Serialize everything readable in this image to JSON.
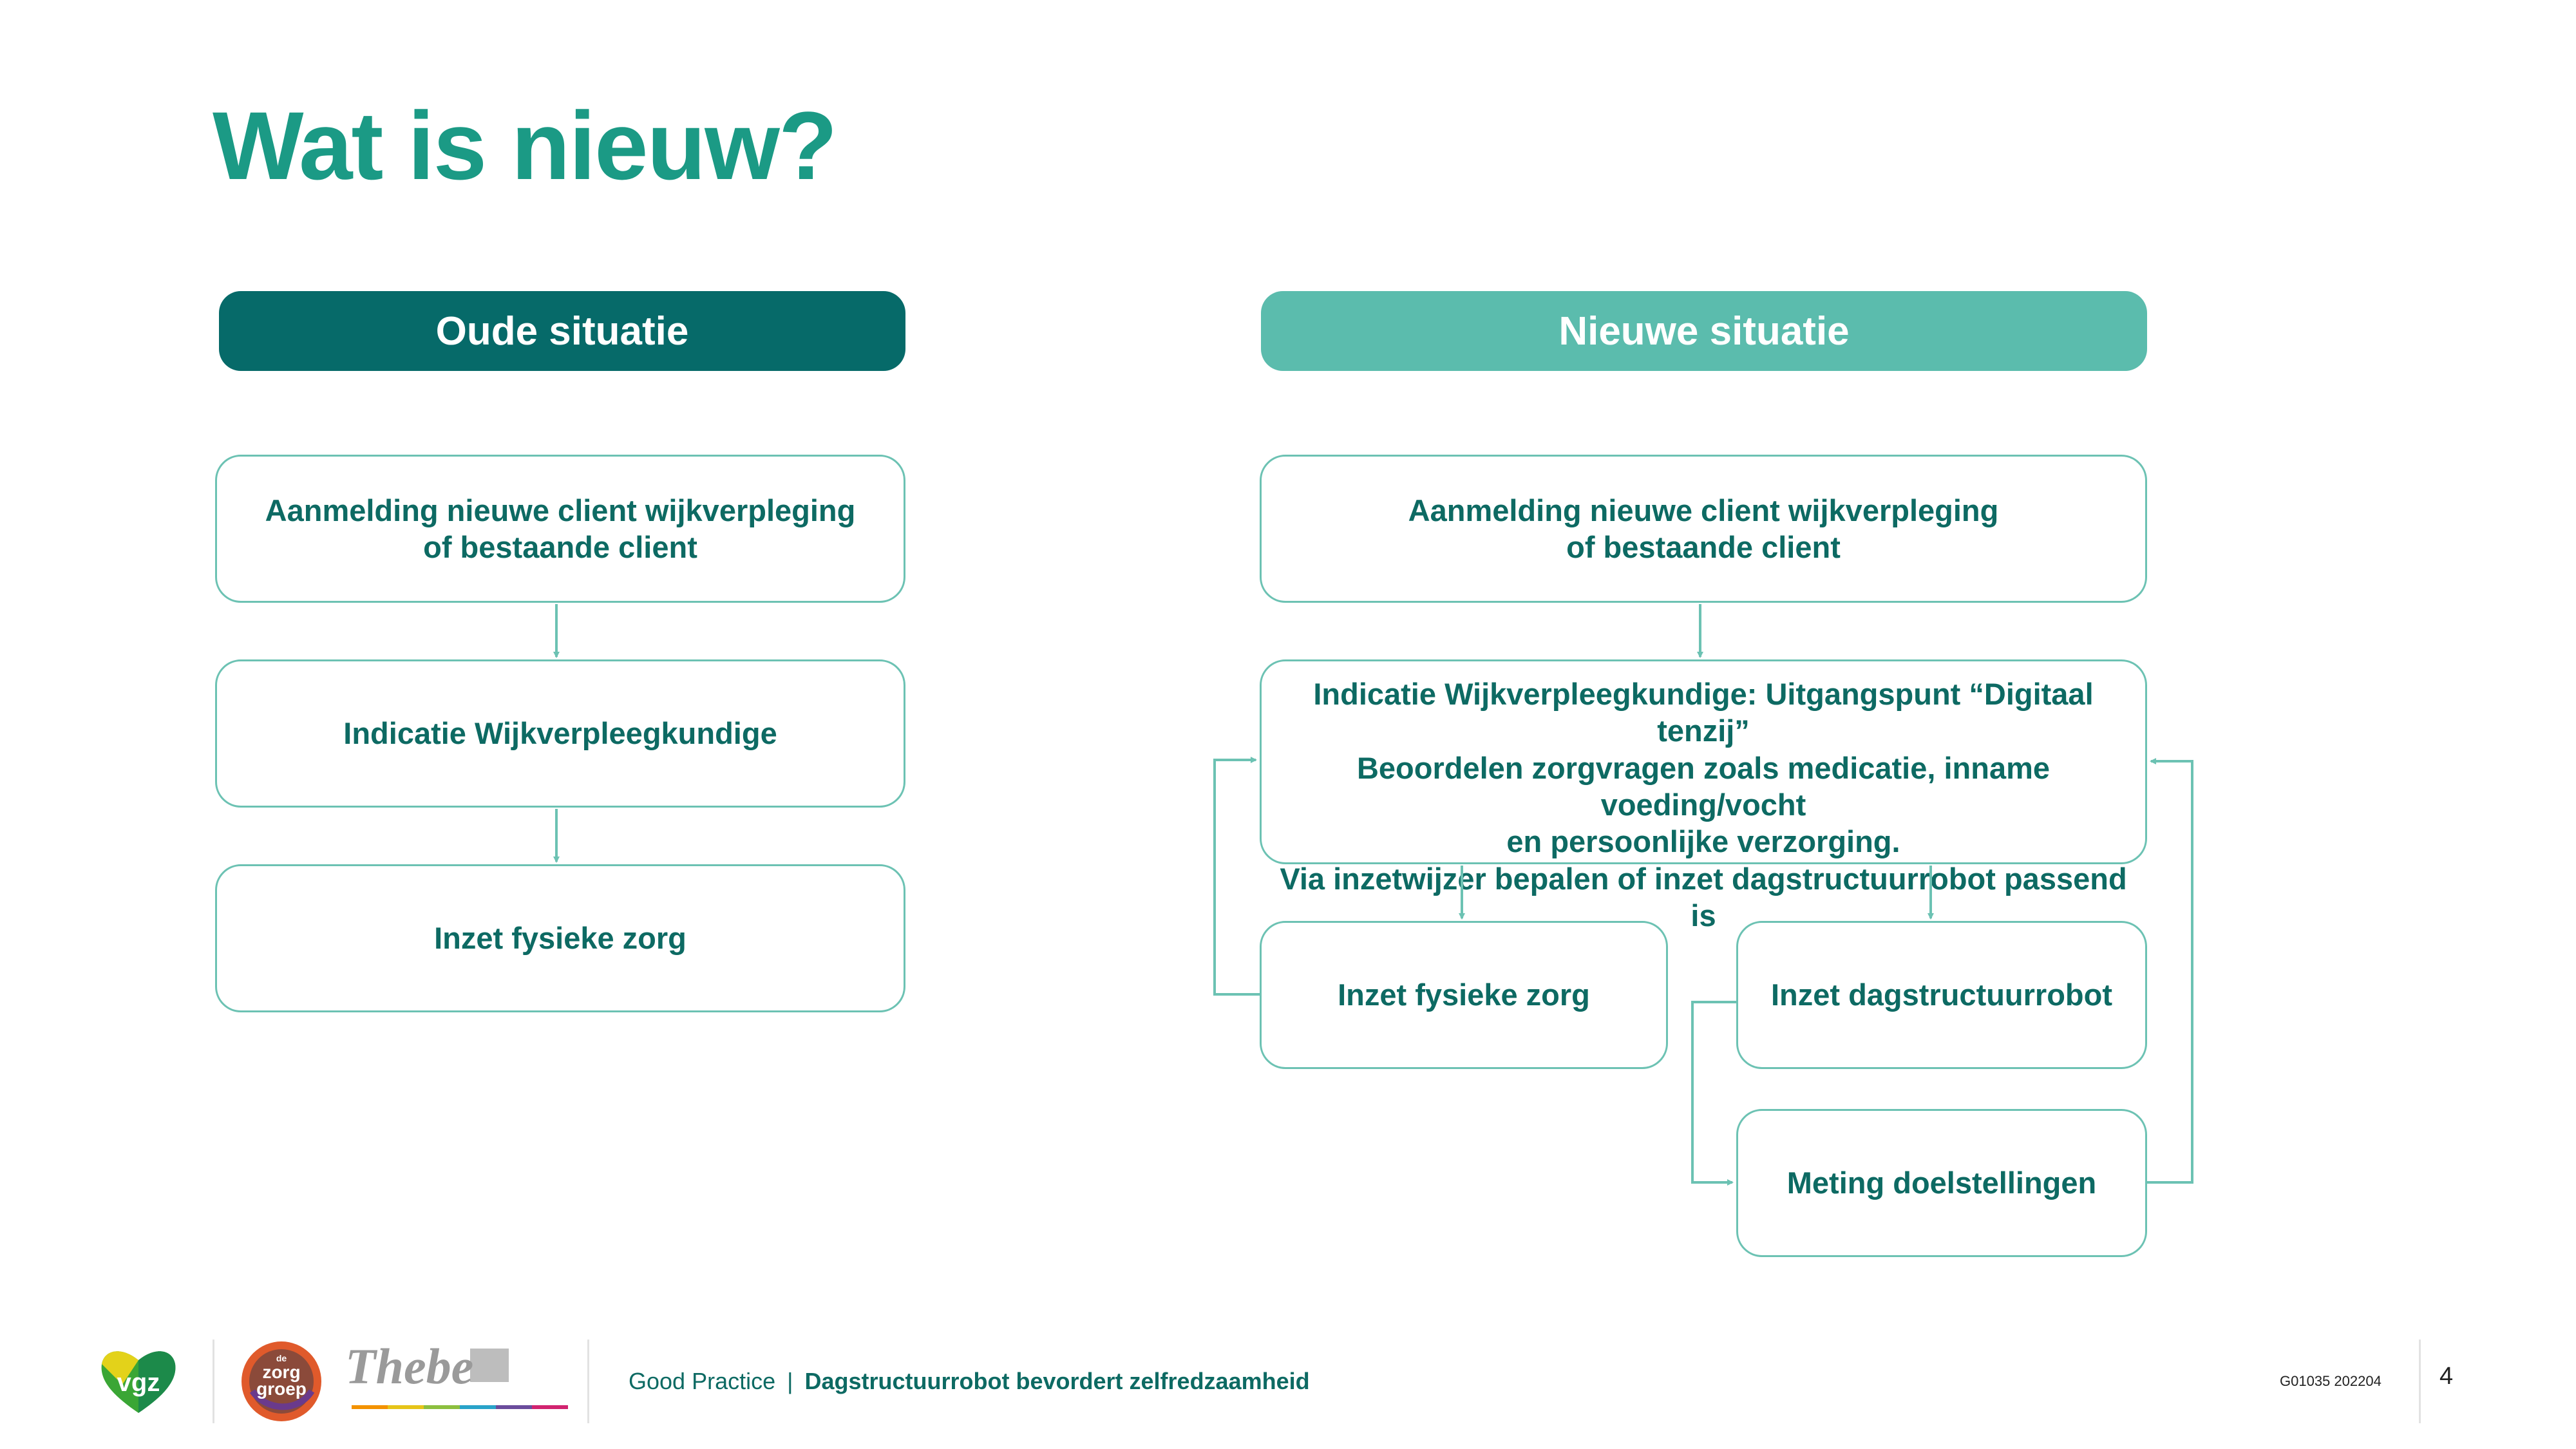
{
  "title": "Wat is nieuw?",
  "colors": {
    "accent": "#1b9a85",
    "dark_teal": "#066a69",
    "light_teal": "#5bbcad",
    "text": "#0d6a63",
    "line": "#6cc2b3"
  },
  "left": {
    "header": "Oude situatie",
    "boxes": [
      {
        "lines": [
          "Aanmelding nieuwe client wijkverpleging",
          "of bestaande client"
        ]
      },
      {
        "lines": [
          "Indicatie Wijkverpleegkundige"
        ]
      },
      {
        "lines": [
          "Inzet fysieke zorg"
        ]
      }
    ]
  },
  "right": {
    "header": "Nieuwe situatie",
    "aanmelding": [
      "Aanmelding nieuwe client wijkverpleging",
      "of bestaande client"
    ],
    "indicatie": [
      "Indicatie Wijkverpleegkundige: Uitgangspunt “Digitaal tenzij”",
      "Beoordelen zorgvragen zoals medicatie, inname voeding/vocht",
      "en persoonlijke verzorging.",
      "Via inzetwijzer bepalen of inzet dagstructuurrobot passend is"
    ],
    "fysieke": "Inzet fysieke zorg",
    "robot": "Inzet dagstructuurrobot",
    "meting": "Meting doelstellingen"
  },
  "footer": {
    "label": "Good Practice",
    "separator": "|",
    "subject": "Dagstructuurrobot bevordert zelfredzaamheid",
    "code": "G01035 202204",
    "page": "4",
    "logos": {
      "vgz": "vgz",
      "zorggroep_de": "de",
      "zorggroep_1": "zorg",
      "zorggroep_2": "groep",
      "thebe": "Thebe"
    }
  }
}
